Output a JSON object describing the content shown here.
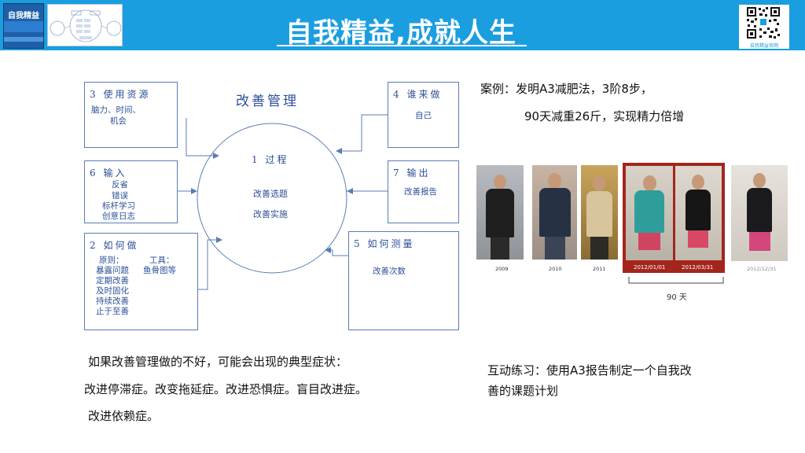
{
  "header": {
    "title": "自我精益,成就人生",
    "book_title": "自我精益",
    "qr_caption": "自我精益官网"
  },
  "diagram": {
    "title": "改善管理",
    "boxes": {
      "resources": {
        "head": "3 使用资源",
        "lines": [
          "脑力、时间、",
          "机会"
        ]
      },
      "who": {
        "head": "4 谁来做",
        "lines": [
          "自己"
        ]
      },
      "input": {
        "head": "6 输入",
        "lines": [
          "反省",
          "错误",
          "标杆学习",
          "创意日志"
        ]
      },
      "output": {
        "head": "7 输出",
        "lines": [
          "改善报告"
        ]
      },
      "how": {
        "head": "2 如何做",
        "principles_label": "原则：",
        "tools_label": "工具：",
        "tools_line": "鱼骨图等",
        "lines": [
          "暴露问题",
          "定期改善",
          "及时固化",
          "持续改善",
          "止于至善"
        ]
      },
      "measure": {
        "head": "5 如何测量",
        "lines": [
          "改善次数"
        ]
      }
    },
    "process": {
      "head": "1 过程",
      "lines": [
        "改善选题",
        "改善实施"
      ]
    }
  },
  "case": {
    "line1": "案例：发明A3减肥法，3阶8步，",
    "line2": "90天减重26斤，实现精力倍增"
  },
  "photos": {
    "years": [
      "2009",
      "2010",
      "2011",
      "2012/01/01",
      "2012/03/31",
      "2012/12/31"
    ],
    "days_label": "90 天"
  },
  "bottom": {
    "line1": "如果改善管理做的不好，可能会出现的典型症状：",
    "line2": "改进停滞症。改变拖延症。改进恐惧症。盲目改进症。",
    "line3": "改进依赖症。"
  },
  "exercise": {
    "line1": "互动练习：使用A3报告制定一个自我改",
    "line2": "善的课题计划"
  },
  "colors": {
    "header_bg": "#1a9ee0",
    "diagram_line": "#5a7db6",
    "diagram_text": "#2b4f98",
    "photo_frame": "#a3251c"
  }
}
